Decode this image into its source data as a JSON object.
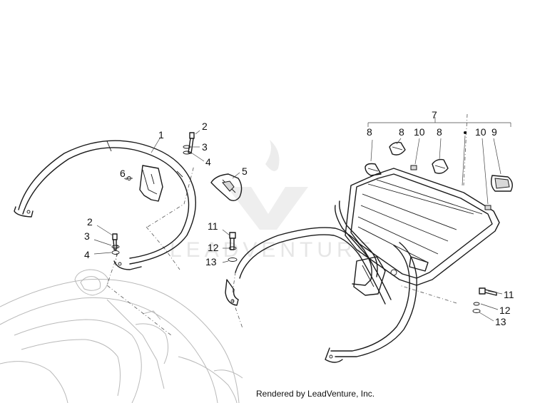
{
  "watermark": {
    "wordmark": "LEADVENTURE"
  },
  "footer": {
    "rendered_by": "Rendered by LeadVenture, Inc."
  },
  "callouts": {
    "c1": "1",
    "c2a": "2",
    "c3a": "3",
    "c4a": "4",
    "c5": "5",
    "c6": "6",
    "c2b": "2",
    "c3b": "3",
    "c4b": "4",
    "c11a": "11",
    "c12a": "12",
    "c13a": "13",
    "c7": "7",
    "c8a": "8",
    "c8b": "8",
    "c8c": "8",
    "c10a": "10",
    "c10b": "10",
    "c9": "9",
    "c11b": "11",
    "c12b": "12",
    "c13b": "13"
  }
}
